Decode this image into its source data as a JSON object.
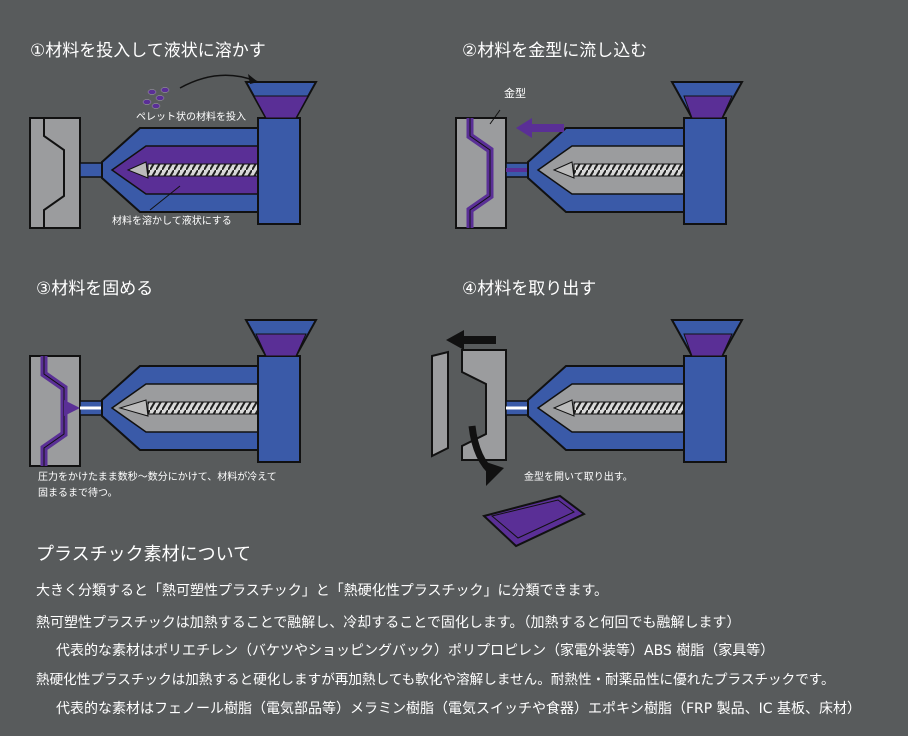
{
  "steps": [
    {
      "title": "①材料を投入して液状に溶かす",
      "note1": "ペレット状の材料を投入",
      "note2": "材料を溶かして液状にする"
    },
    {
      "title": "②材料を金型に流し込む",
      "note1": "金型"
    },
    {
      "title": "③材料を固める",
      "note1": "圧力をかけたまま数秒〜数分にかけて、材料が冷えて",
      "note2": "固まるまで待つ。"
    },
    {
      "title": "④材料を取り出す",
      "note1": "金型を開いて取り出す。"
    }
  ],
  "section": {
    "title": "プラスチック素材について",
    "lines": [
      "大きく分類すると「熱可塑性プラスチック」と「熱硬化性プラスチック」に分類できます。",
      "熱可塑性プラスチックは加熱することで融解し、冷却することで固化します。（加熱すると何回でも融解します）",
      "代表的な素材はポリエチレン（バケツやショッピングバック）ポリプロピレン（家電外装等）ABS 樹脂（家具等）",
      "熱硬化性プラスチックは加熱すると硬化しますが再加熱しても軟化や溶解しません。耐熱性・耐薬品性に優れたプラスチックです。",
      "代表的な素材はフェノール樹脂（電気部品等）メラミン樹脂（電気スイッチや食器）エポキシ樹脂（FRP 製品、IC 基板、床材）"
    ]
  },
  "colors": {
    "background": "#585b5c",
    "machine_blue": "#3a5aa8",
    "resin_purple": "#5a2f96",
    "mold_gray": "#9b9c9e"
  }
}
